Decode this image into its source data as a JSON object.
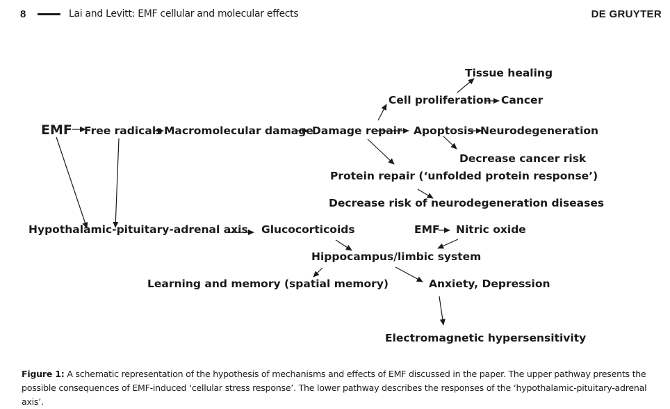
{
  "header": {
    "page_number": "8",
    "running_title": "Lai and Levitt: EMF cellular and molecular effects",
    "publisher": "DE GRUYTER"
  },
  "diagram": {
    "nodes": {
      "tissue_healing": "Tissue healing",
      "cell_proliferation": "Cell proliferation",
      "cancer": "Cancer",
      "emf": "EMF",
      "free_radicals": "Free radicals",
      "macromolecular_damage": "Macromolecular damage",
      "damage_repair": "Damage repair",
      "apoptosis": "Apoptosis",
      "neurodegeneration": "Neurodegeneration",
      "decrease_cancer_risk": "Decrease cancer risk",
      "protein_repair": "Protein repair (‘unfolded protein response’)",
      "decrease_neuro_risk": "Decrease risk of neurodegeneration diseases",
      "hpa_axis": "Hypothalamic-pituitary-adrenal axis",
      "glucocorticoids": "Glucocorticoids",
      "emf_lower": "EMF",
      "nitric_oxide": "Nitric oxide",
      "hippocampus": "Hippocampus/limbic system",
      "learning_memory": "Learning and memory (spatial memory)",
      "anxiety_depression": "Anxiety, Depression",
      "electromagnetic_hypersensitivity": "Electromagnetic hypersensitivity"
    }
  },
  "caption": {
    "label": "Figure 1:",
    "text": "A schematic representation of the hypothesis of mechanisms and effects of EMF discussed in the paper. The upper pathway presents the possible consequences of EMF-induced ‘cellular stress response’. The lower pathway describes the responses of the ‘hypothalamic-pituitary-adrenal axis’."
  }
}
